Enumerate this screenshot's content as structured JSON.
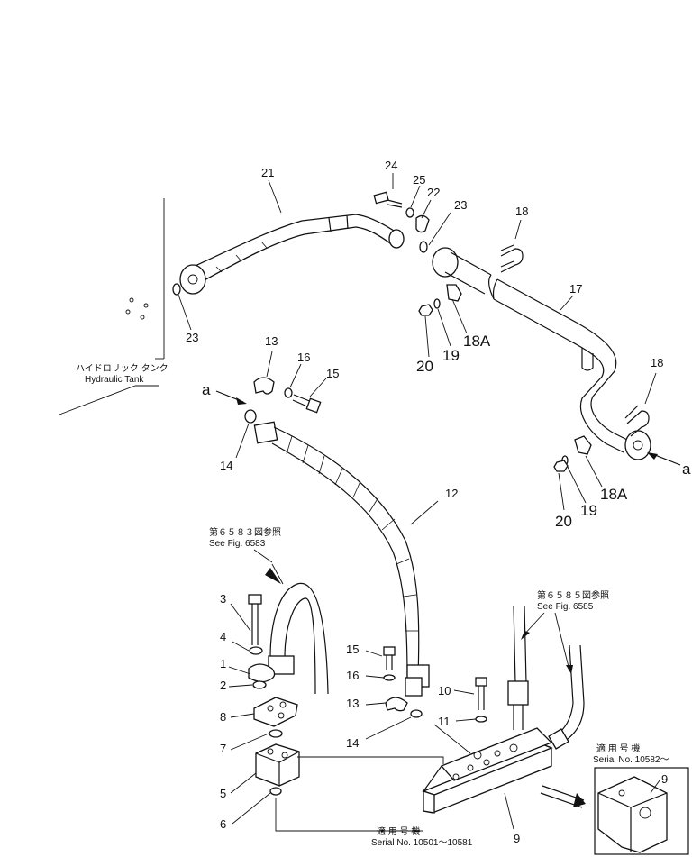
{
  "labels": {
    "p1": "1",
    "p2": "2",
    "p3": "3",
    "p4": "4",
    "p5": "5",
    "p6": "6",
    "p7": "7",
    "p8": "8",
    "p9a": "9",
    "p9b": "9",
    "p10": "10",
    "p11": "11",
    "p12": "12",
    "p13a": "13",
    "p13b": "13",
    "p14a": "14",
    "p14b": "14",
    "p15a": "15",
    "p15b": "15",
    "p16a": "16",
    "p16b": "16",
    "p17": "17",
    "p18a": "18",
    "p18b": "18",
    "p18Aa": "18A",
    "p18Ab": "18A",
    "p19a": "19",
    "p19b": "19",
    "p20a": "20",
    "p20b": "20",
    "p21": "21",
    "p22": "22",
    "p23a": "23",
    "p23b": "23",
    "p24": "24",
    "p25": "25",
    "arrow_a1": "a",
    "arrow_a2": "a"
  },
  "notes": {
    "tank_jp": "ハイドロリック タンク",
    "tank_en": "Hydraulic Tank",
    "fig6583_jp": "第６５８３図参照",
    "fig6583_en": "See Fig. 6583",
    "fig6585_jp": "第６５８５図参照",
    "fig6585_en": "See Fig. 6585",
    "serial1_jp": "適 用 号 機",
    "serial1_en": "Serial No. 10501～10581",
    "serial2_jp": "適 用 号 機",
    "serial2_en": "Serial No. 10582～"
  }
}
